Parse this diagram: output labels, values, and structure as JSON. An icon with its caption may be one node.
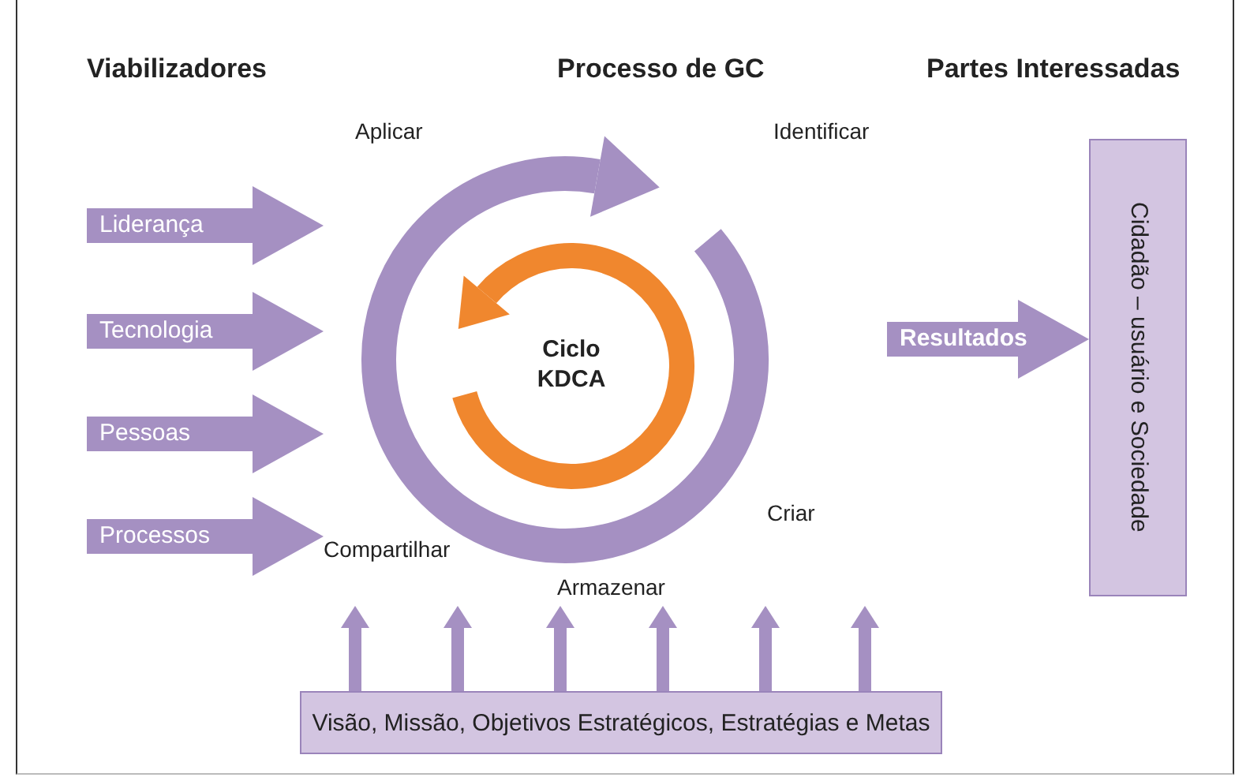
{
  "diagram": {
    "nodes": [
      {
        "text": [
          "Ciclo KDCA"
        ],
        "beside": [
          "Aplicar",
          "Identificar",
          "Compartilhar",
          "Criar",
          "Armazenar"
        ]
      },
      {
        "text": [
          "Cidadão – usuário e Sociedade"
        ]
      },
      {
        "text": [
          "Visão, Missão, Objetivos Estratégicos, Estratégias e Metas"
        ]
      }
    ],
    "edges": [
      {
        "from": null,
        "to": 0,
        "arrow": "to",
        "label": "Liderança",
        "style": "thick"
      },
      {
        "from": null,
        "to": 0,
        "arrow": "to",
        "label": "Tecnologia",
        "style": "thick"
      },
      {
        "from": null,
        "to": 0,
        "arrow": "to",
        "label": "Pessoas",
        "style": "thick"
      },
      {
        "from": null,
        "to": 0,
        "arrow": "to",
        "label": "Processos",
        "style": "thick"
      },
      {
        "from": 0,
        "to": 1,
        "arrow": "to",
        "label": "Resultados",
        "style": "thick"
      },
      {
        "from": 2,
        "to": 0,
        "arrow": "to"
      },
      {
        "from": 2,
        "to": 0,
        "arrow": "to"
      },
      {
        "from": 2,
        "to": 0,
        "arrow": "to"
      },
      {
        "from": 2,
        "to": 0,
        "arrow": "to"
      },
      {
        "from": 2,
        "to": 0,
        "arrow": "to"
      },
      {
        "from": 2,
        "to": 0,
        "arrow": "to"
      }
    ],
    "labels": [
      "Viabilizadores",
      "Processo de GC",
      "Partes Interessadas"
    ]
  }
}
